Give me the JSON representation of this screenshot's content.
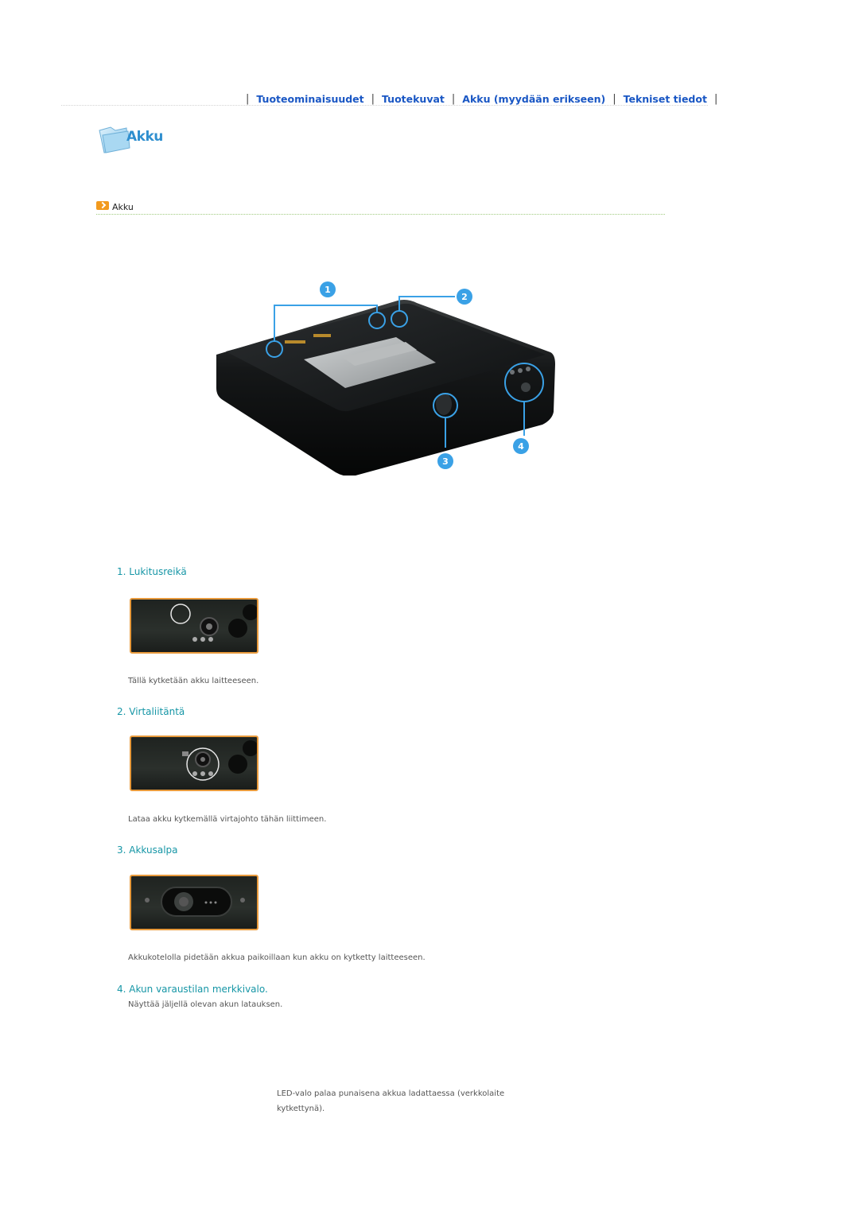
{
  "nav": {
    "items": [
      {
        "label": "Tuoteominaisuudet"
      },
      {
        "label": "Tuotekuvat"
      },
      {
        "label": "Akku (myydään erikseen)"
      },
      {
        "label": "Tekniset tiedot"
      }
    ],
    "separator": "|",
    "link_color": "#1a57c4"
  },
  "page_title": "Akku",
  "section": {
    "label": "Akku",
    "icon": "orange-arrow-bullet-icon"
  },
  "figure": {
    "callouts": [
      "1",
      "2",
      "3",
      "4"
    ],
    "callout_color": "#3aa1e6"
  },
  "items": [
    {
      "heading": "1. Lukitusreikä",
      "description": "Tällä kytketään akku laitteeseen."
    },
    {
      "heading": "2. Virtaliitäntä",
      "description": "Lataa akku kytkemällä virtajohto tähän liittimeen."
    },
    {
      "heading": "3. Akkusalpa",
      "description": "Akkukotelolla pidetään akkua paikoillaan kun akku on kytketty laitteeseen."
    },
    {
      "heading": "4. Akun varaustilan merkkivalo.",
      "description": "Näyttää jäljellä olevan akun latauksen."
    }
  ],
  "note": "LED-valo palaa punaisena akkua ladattaessa (verkkolaite kytkettynä).",
  "colors": {
    "heading": "#1696a6",
    "thumb_border": "#e89a3c"
  }
}
